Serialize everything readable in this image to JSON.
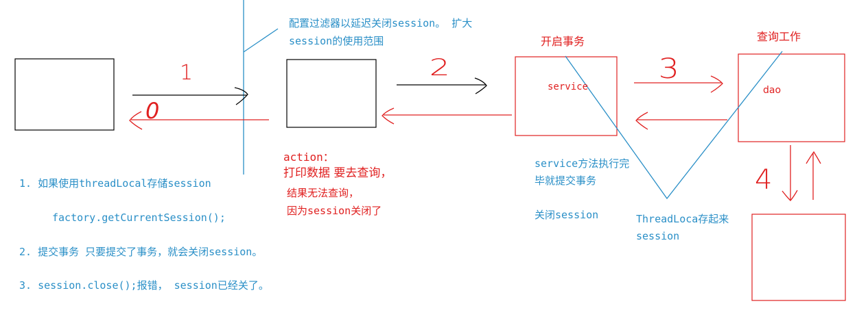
{
  "labels": {
    "filter_note_line1": "配置过滤器以延迟关闭session。 扩大",
    "filter_note_line2": "session的使用范围",
    "open_tx": "开启事务",
    "query_work": "查询工作",
    "service_box": "service",
    "dao_box": "dao",
    "step_1": "1",
    "step_2": "2",
    "step_3": "3",
    "step_4": "4",
    "step_0": "0",
    "action_title": "action：",
    "action_line1": "打印数据  要去查询，",
    "action_line2": "结果无法查询，",
    "action_line3": "因为session关闭了",
    "service_note_line1": "service方法执行完",
    "service_note_line2": "毕就提交事务",
    "service_note_line3": "关闭session",
    "threadlocal_line1": "ThreadLoca存起来",
    "threadlocal_line2": "session"
  },
  "notes": [
    "1.  如果使用threadLocal存储session",
    "factory.getCurrentSession();",
    "2.  提交事务   只要提交了事务，就会关闭session。",
    "3.  session.close();报错，  session已经关了。"
  ],
  "colors": {
    "black": "#000000",
    "red": "#e02020",
    "blue": "#2a8fc7"
  }
}
